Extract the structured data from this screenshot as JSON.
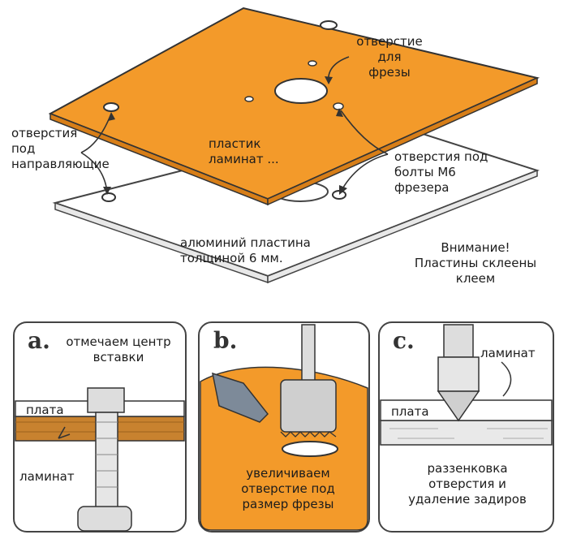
{
  "top": {
    "hole_cutter": [
      "отверстие",
      "для",
      "фрезы"
    ],
    "guide_holes": [
      "отверстия",
      "под",
      "направляющие"
    ],
    "laminate_plastic": [
      "пластик",
      "ламинат ..."
    ],
    "bolt_holes": [
      "отверстия под",
      "болты М6",
      "фрезера"
    ],
    "aluminium": [
      "алюминий пластина",
      "толщиной 6 мм."
    ],
    "attention": [
      "Внимание!",
      "Пластины склеены",
      "клеем"
    ]
  },
  "panel_a": {
    "letter": "a.",
    "caption": [
      "отмечаем центр",
      "вставки"
    ],
    "board": "плата",
    "laminate": "ламинат"
  },
  "panel_b": {
    "letter": "b.",
    "caption": [
      "увеличиваем",
      "отверстие под",
      "размер фрезы"
    ]
  },
  "panel_c": {
    "letter": "c.",
    "laminate": "ламинат",
    "board": "плата",
    "caption": [
      "раззенковка",
      "отверстия и",
      "удаление задиров"
    ]
  },
  "colors": {
    "orange": "#F39A2A",
    "wood": "#C8822F",
    "outline": "#333333"
  }
}
